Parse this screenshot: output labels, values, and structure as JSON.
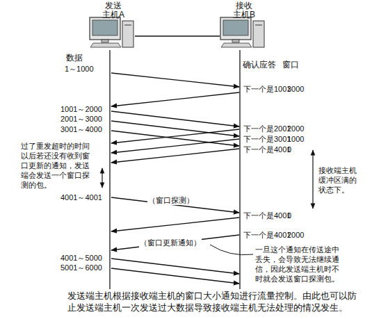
{
  "diagram": {
    "caption": "发送端主机根据接收端主机的窗口大小通知进行流量控制。由此也可以防止发送端主机一次发送过大数据导致接收端主机无法处理的情况发生。",
    "nodes": [
      {
        "text": [
          "发送 主机A"
        ]
      },
      {
        "text": [
          "接收 主机B"
        ]
      }
    ],
    "edges": [
      {
        "from": 0,
        "to": 1,
        "arrow": "none"
      }
    ],
    "labels": [
      "数据",
      "1～1000",
      "确认应答 窗口",
      "下一个是1001",
      "3000",
      "1001～2000",
      "2001～3000",
      "3001～4000",
      "下一个是2001",
      "2000",
      "下一个是3001",
      "1000",
      "下一个是4001",
      "0",
      "过了重发超时的时间以后若还没有收到窗口更新的通知，发送端会发送一个窗口探测的包。",
      "接收端主机缓冲区满的状态下。",
      "4001～4001",
      "（窗口探测）",
      "下一个是4001",
      "0",
      "下一个是4001",
      "2000",
      "（窗口更新通知）",
      "4001～5000",
      "5001～6000",
      "一旦这个通知在传送途中丢失，会导致无法继续通信，因此发送端主机时不时就会发送窗口探测包。"
    ]
  }
}
